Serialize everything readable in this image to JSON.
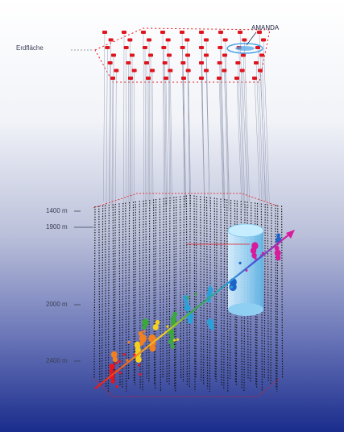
{
  "labels": {
    "surface": "Erdfläche",
    "amanda": "AMANDA",
    "depths": [
      "1400 m",
      "1900 m",
      "2000 m",
      "2400 m"
    ]
  },
  "colors": {
    "sky_top": "#ffffff",
    "deep_blue": "#1a2c8c",
    "surface_station": "#e0141e",
    "frame_line": "#e41a1c",
    "amanda_ring": "#4da6e8",
    "amanda_volume": "#aee0ff",
    "track_start": "#e8141e",
    "track_end": "#d81b9c"
  },
  "diagram": {
    "description_icons": [
      "surface-station-icon",
      "optical-module-icon",
      "muon-track-arrow-icon"
    ],
    "hit_color_scale": [
      "#e8141e",
      "#f08020",
      "#f4d020",
      "#3aa83a",
      "#2aa0d8",
      "#1e64c8",
      "#d81b9c"
    ]
  }
}
